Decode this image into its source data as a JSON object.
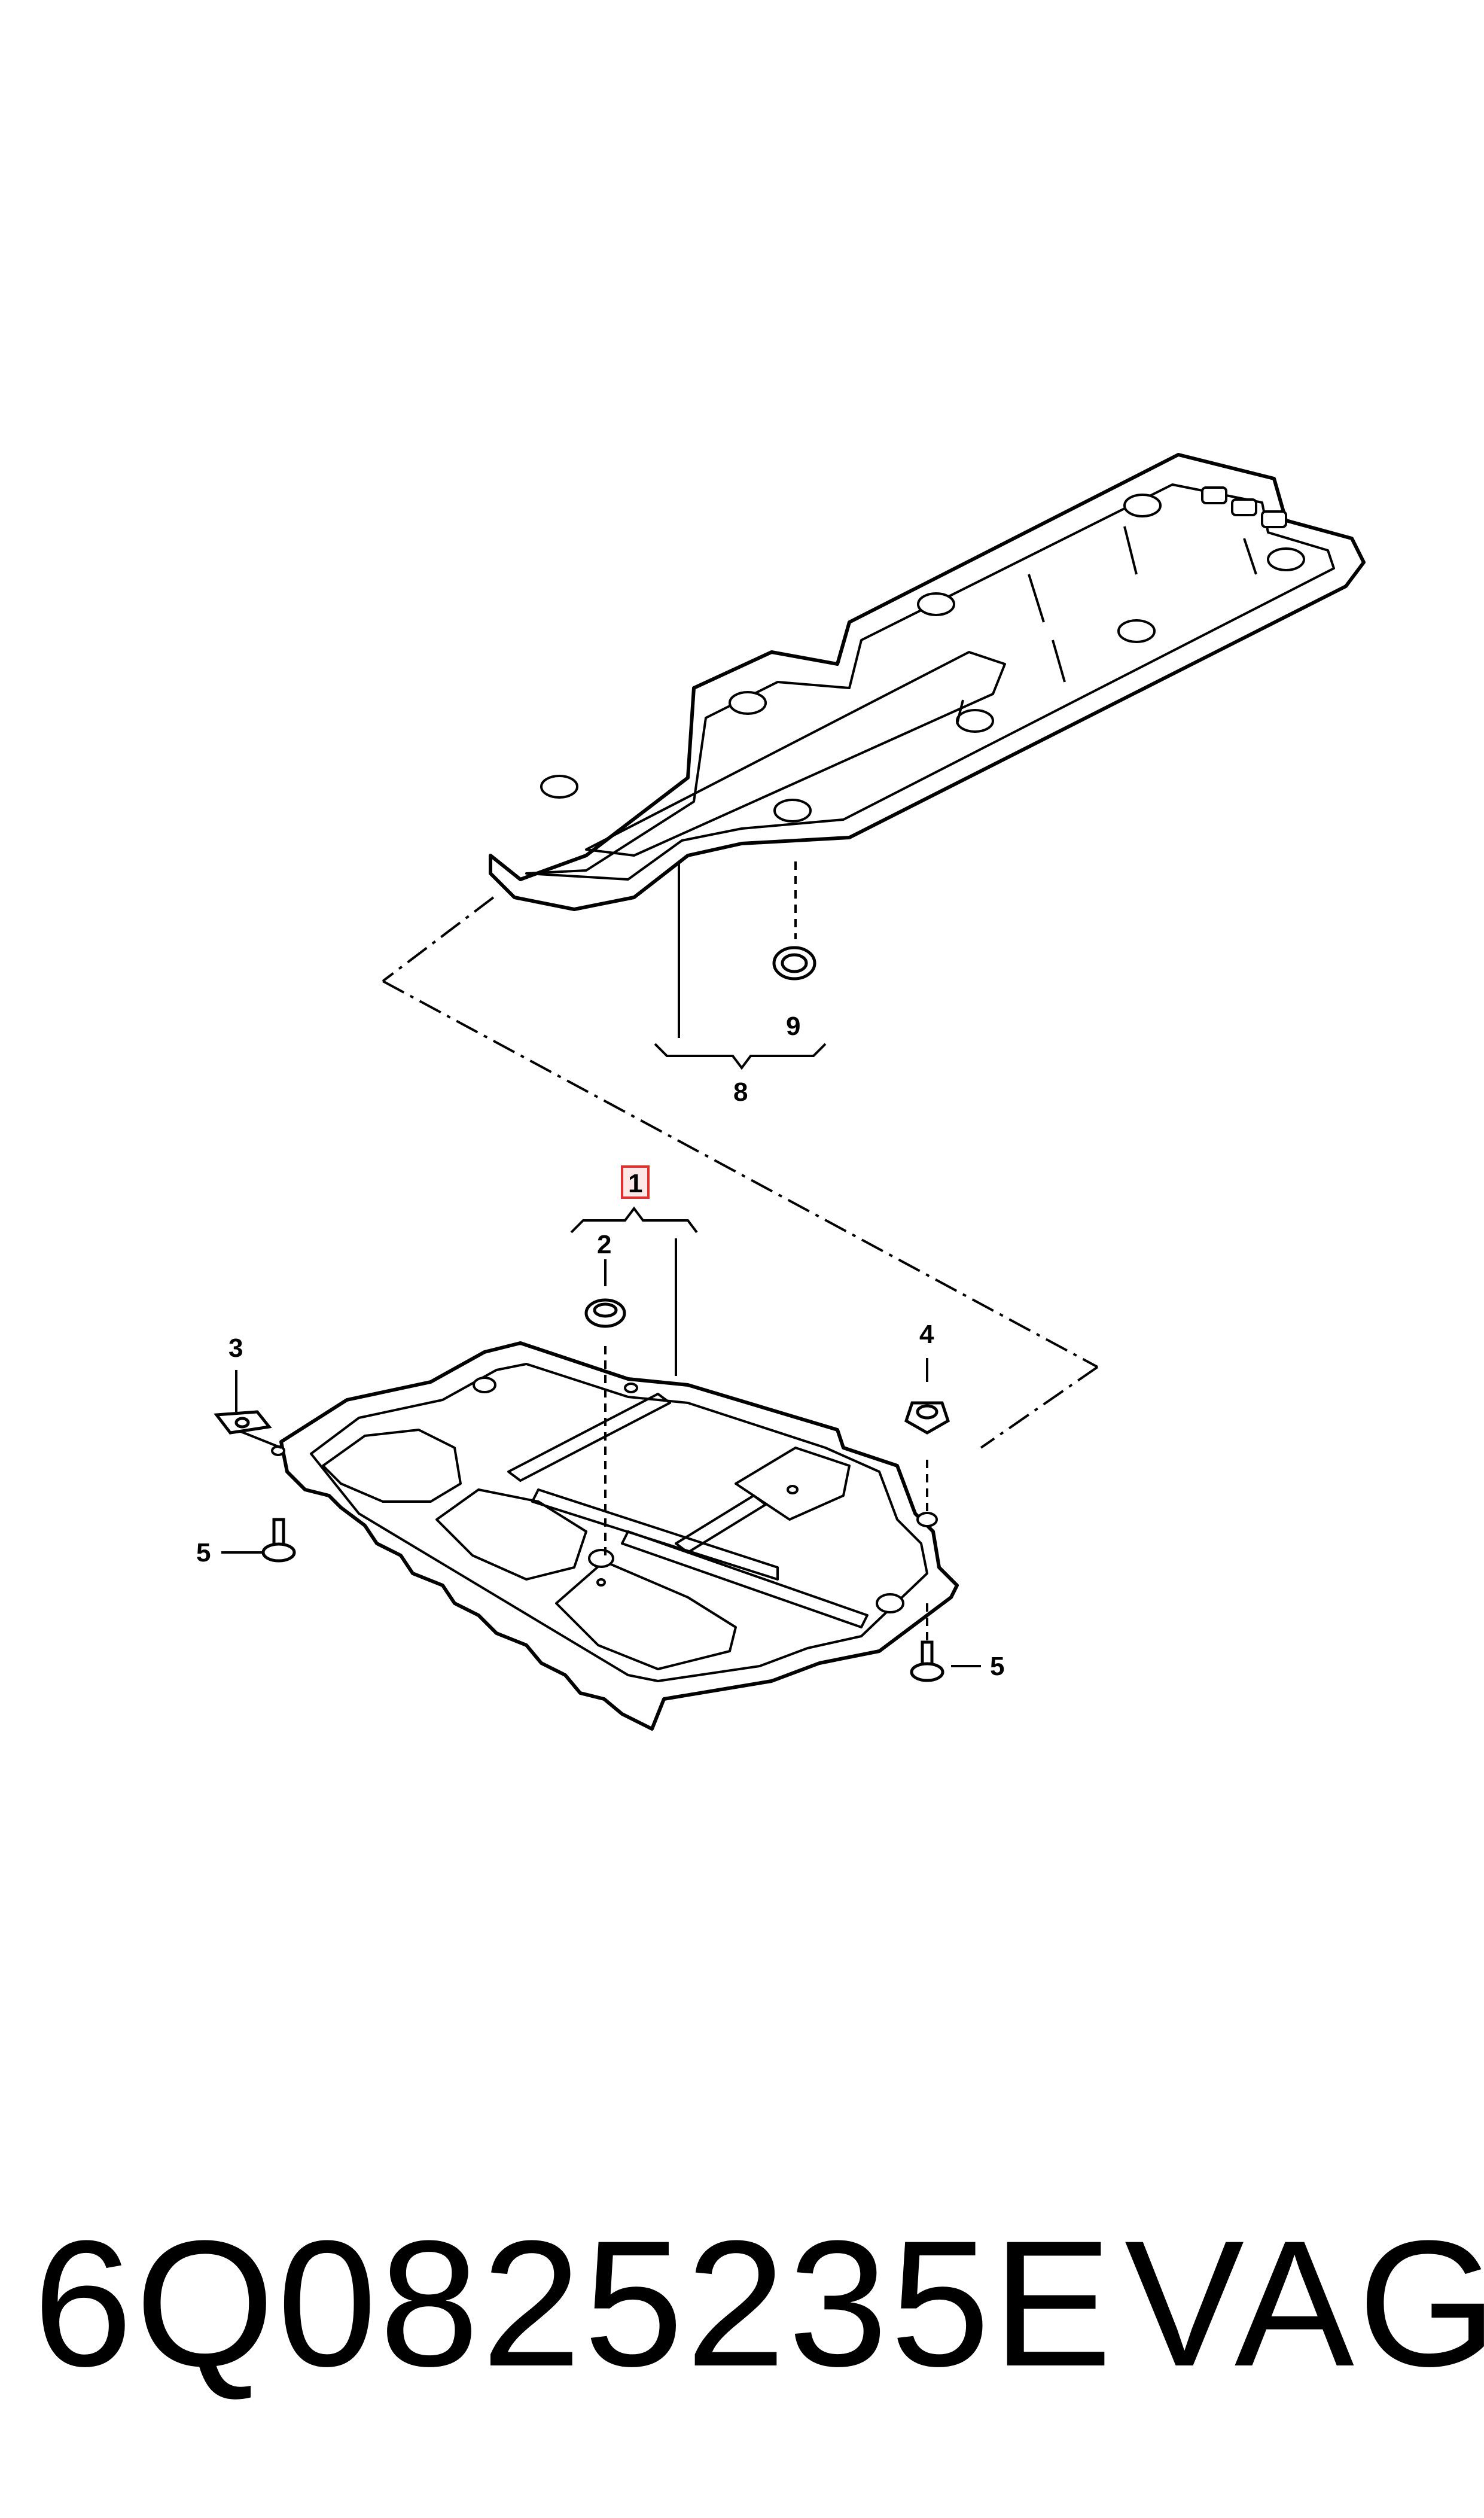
{
  "callouts": {
    "c1": "1",
    "c2": "2",
    "c3": "3",
    "c4": "4",
    "c5a": "5",
    "c5b": "5",
    "c8": "8",
    "c9": "9"
  },
  "footer": {
    "part_number": "6Q0825235E",
    "brand": "VAG"
  },
  "colors": {
    "line": "#000000",
    "highlight_box": "#e03030",
    "highlight_fill": "#fde8e8",
    "background": "#ffffff"
  }
}
